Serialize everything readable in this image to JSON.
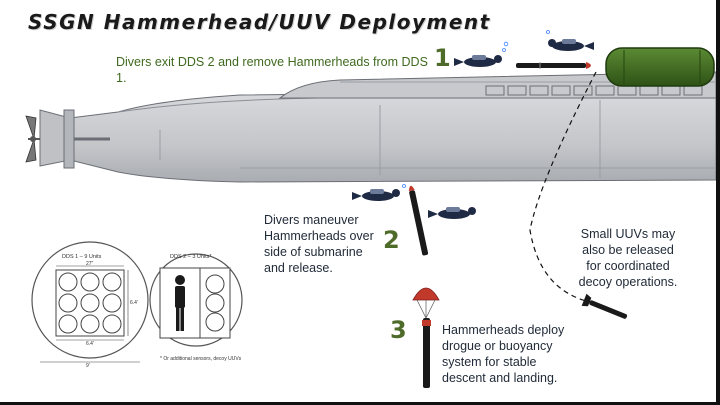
{
  "title": "SSGN Hammerhead/UUV Deployment",
  "steps": [
    {
      "number": "1",
      "text": "Divers exit DDS 2 and remove Hammerheads from DDS 1."
    },
    {
      "number": "2",
      "text": "Divers maneuver Hammerheads over side of submarine and release."
    },
    {
      "number": "3",
      "text": "Hammerheads deploy drogue or buoyancy system for stable descent and landing."
    }
  ],
  "note": {
    "text": "Small UUVs may also be released for coordinated decoy operations."
  },
  "dds1": {
    "title": "DDS 1 – 9 Units",
    "width_label": "27\"",
    "height_label": "6.4'",
    "base_label": "6.4'",
    "floor_label": "9'"
  },
  "dds2": {
    "title": "DDS 2 – 3 Units*",
    "footnote": "* Or additional sensors, decoy UUVs"
  },
  "colors": {
    "hull": "#c9cbce",
    "hull_shade": "#a9acb0",
    "hull_outline": "#6b6f75",
    "shelter": "#3f6a1f",
    "step_number": "#4f6b2a",
    "note_text": "#3f6a1f"
  },
  "icons": [
    "diver-icon",
    "hammerhead-icon",
    "parachute-icon",
    "person-icon",
    "propeller-icon",
    "small-uuv-icon"
  ]
}
